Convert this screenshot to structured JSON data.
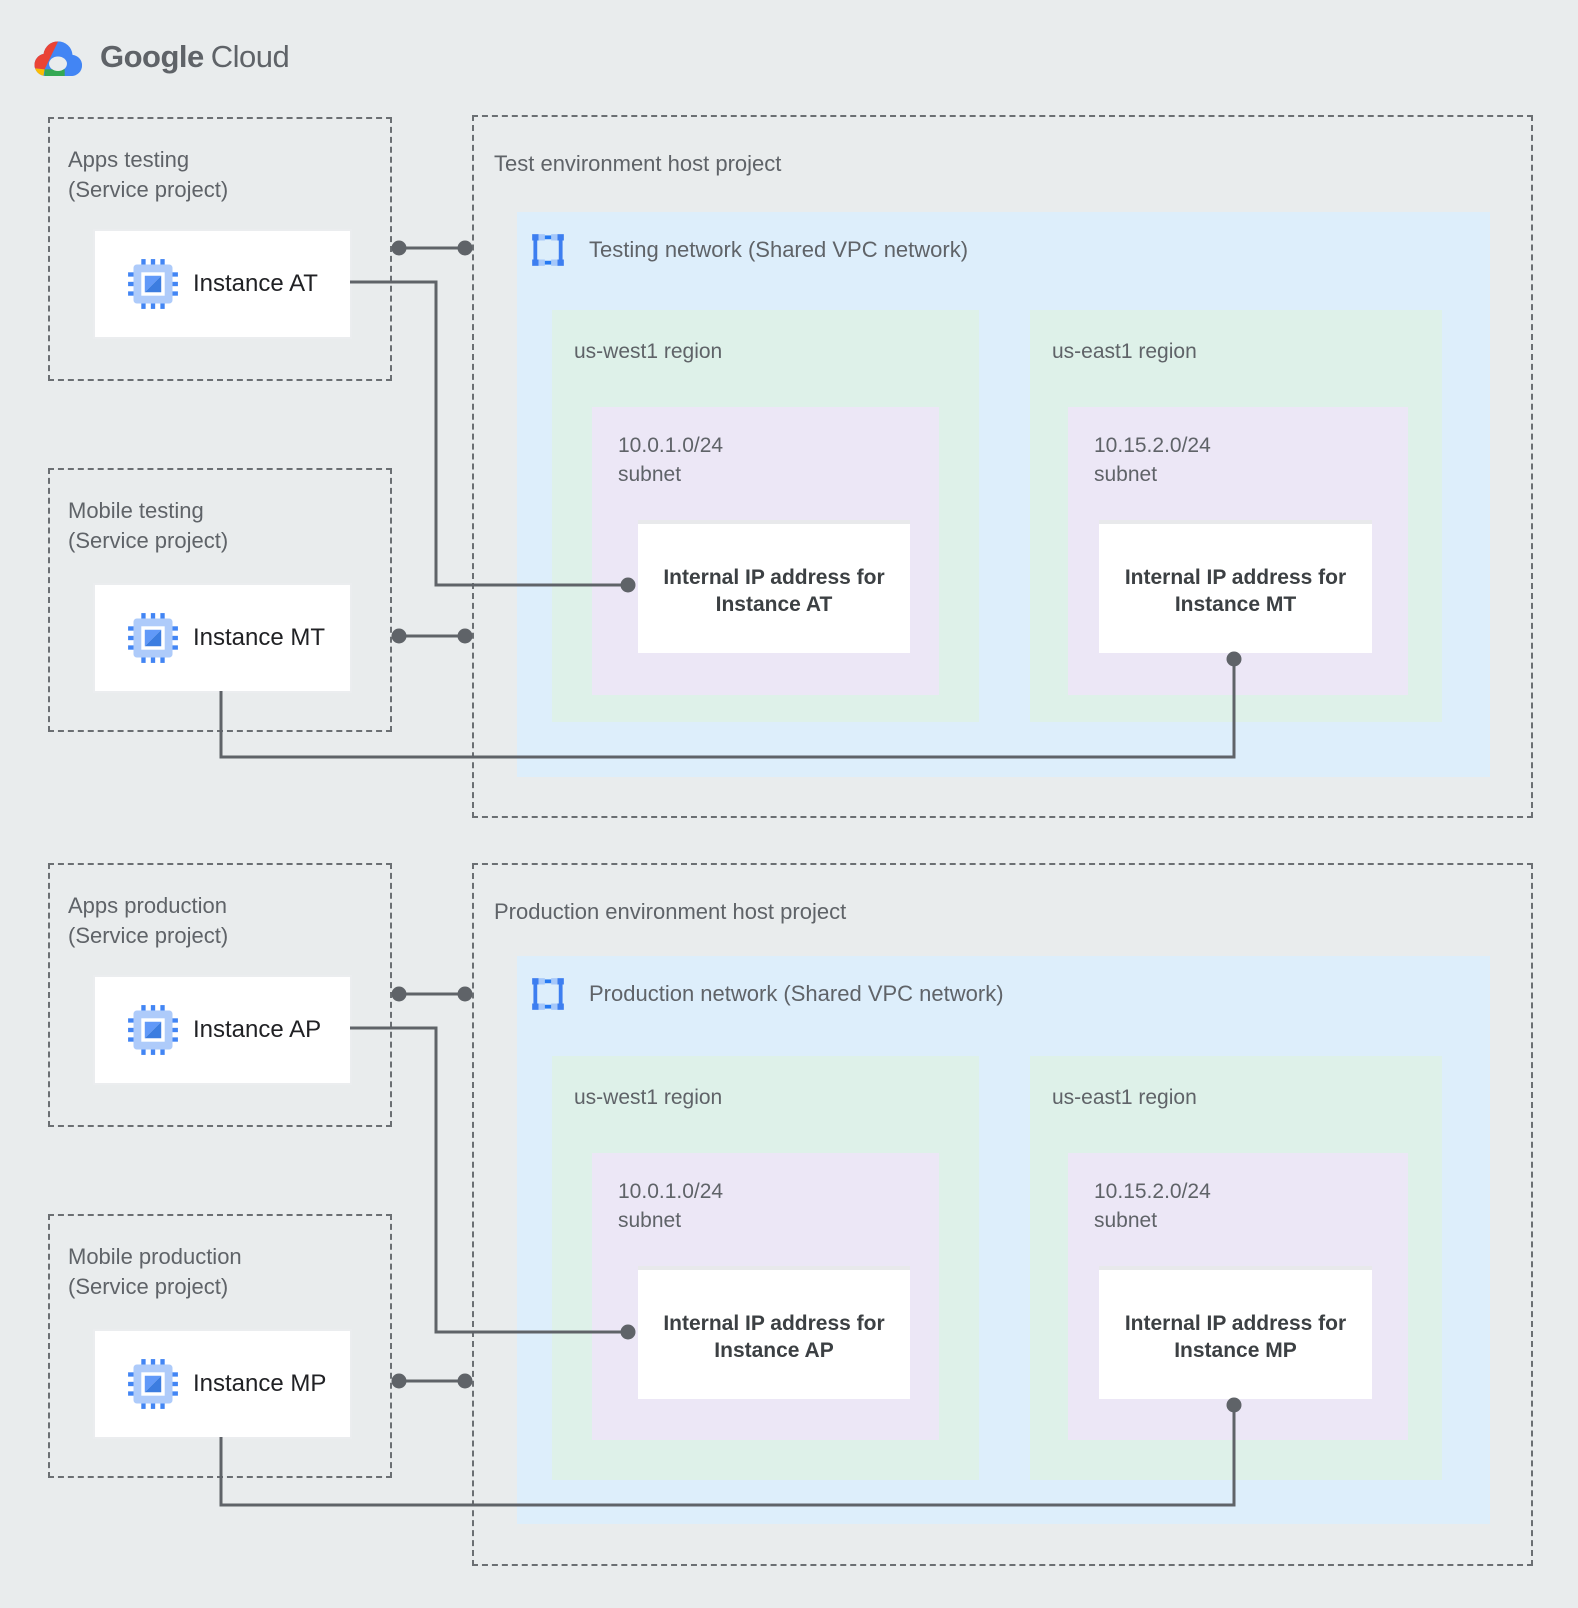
{
  "logo": {
    "brand": "Google",
    "product": "Cloud"
  },
  "service_projects": [
    {
      "name": "Apps testing",
      "type": "(Service project)",
      "instance": "Instance AT"
    },
    {
      "name": "Mobile testing",
      "type": "(Service project)",
      "instance": "Instance MT"
    },
    {
      "name": "Apps production",
      "type": "(Service project)",
      "instance": "Instance AP"
    },
    {
      "name": "Mobile production",
      "type": "(Service project)",
      "instance": "Instance MP"
    }
  ],
  "host_projects": [
    {
      "title": "Test environment host project",
      "network_label": "Testing network (Shared VPC network)",
      "regions": [
        {
          "name": "us-west1 region",
          "cidr": "10.0.1.0/24",
          "subnet_word": "subnet",
          "ip_line1": "Internal IP address for",
          "ip_line2": "Instance AT"
        },
        {
          "name": "us-east1 region",
          "cidr": "10.15.2.0/24",
          "subnet_word": "subnet",
          "ip_line1": "Internal IP address for",
          "ip_line2": "Instance MT"
        }
      ]
    },
    {
      "title": "Production environment host project",
      "network_label": "Production network (Shared VPC network)",
      "regions": [
        {
          "name": "us-west1 region",
          "cidr": "10.0.1.0/24",
          "subnet_word": "subnet",
          "ip_line1": "Internal IP address for",
          "ip_line2": "Instance AP"
        },
        {
          "name": "us-east1 region",
          "cidr": "10.15.2.0/24",
          "subnet_word": "subnet",
          "ip_line1": "Internal IP address for",
          "ip_line2": "Instance MP"
        }
      ]
    }
  ],
  "icons": {
    "logo_icon": "google-cloud-logo-icon",
    "network_icon": "vpc-network-icon",
    "instance_icon": "compute-engine-icon"
  },
  "colors": {
    "background": "#e9eced",
    "network_fill": "#ddeefb",
    "region_fill": "#def1e9",
    "subnet_fill": "#ece7f6",
    "card_fill": "#ffffff",
    "dashed_border": "#6b6f73",
    "label_gray": "#5f6368",
    "instance_text": "#202124",
    "ip_text": "#3c4043",
    "connector": "#5f6368",
    "google_blue": "#4285f4",
    "google_red": "#ea4335",
    "google_yellow": "#fbbc04",
    "google_green": "#34a853",
    "icon_light_blue": "#aecbfa"
  }
}
